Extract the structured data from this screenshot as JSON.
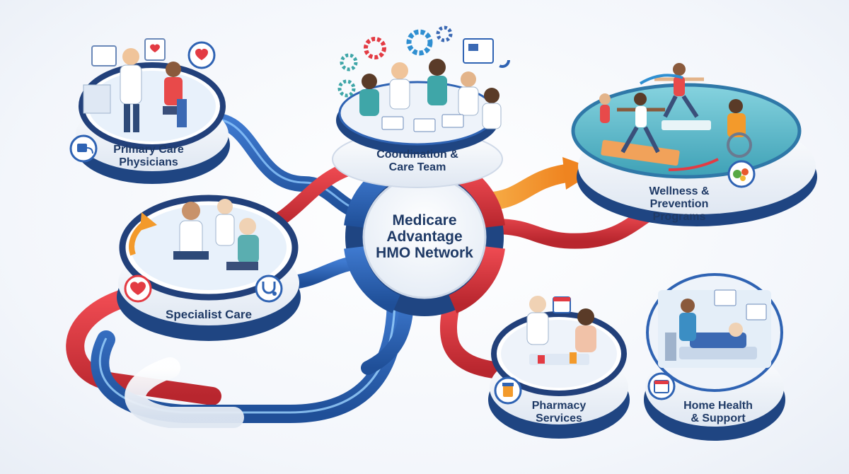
{
  "hub": {
    "lines": [
      "Medicare",
      "Advantage",
      "HMO Network"
    ]
  },
  "nodes": {
    "primary_care": {
      "lines": [
        "Primary Care",
        "Physicians"
      ]
    },
    "coordination": {
      "lines": [
        "Coordination &",
        "Care Team"
      ]
    },
    "wellness": {
      "lines": [
        "Wellness &",
        "Prevention",
        "Programs"
      ]
    },
    "specialist": {
      "lines": [
        "Specialist Care"
      ]
    },
    "pharmacy": {
      "lines": [
        "Pharmacy",
        "Services"
      ]
    },
    "home_health": {
      "lines": [
        "Home Health",
        "& Support"
      ]
    }
  },
  "colors": {
    "navy": "#22407a",
    "blue_path": "#2f63b3",
    "red_path": "#d9363e",
    "orange_arrow": "#f39a2b",
    "teal_platform": "#59b6c6",
    "label_text": "#1f3a66"
  },
  "icons": [
    "heart-monitor-icon",
    "blood-pressure-icon",
    "stethoscope-icon",
    "gear-icon",
    "calendar-icon",
    "pill-bottle-icon",
    "healthy-food-icon",
    "chart-icon"
  ]
}
